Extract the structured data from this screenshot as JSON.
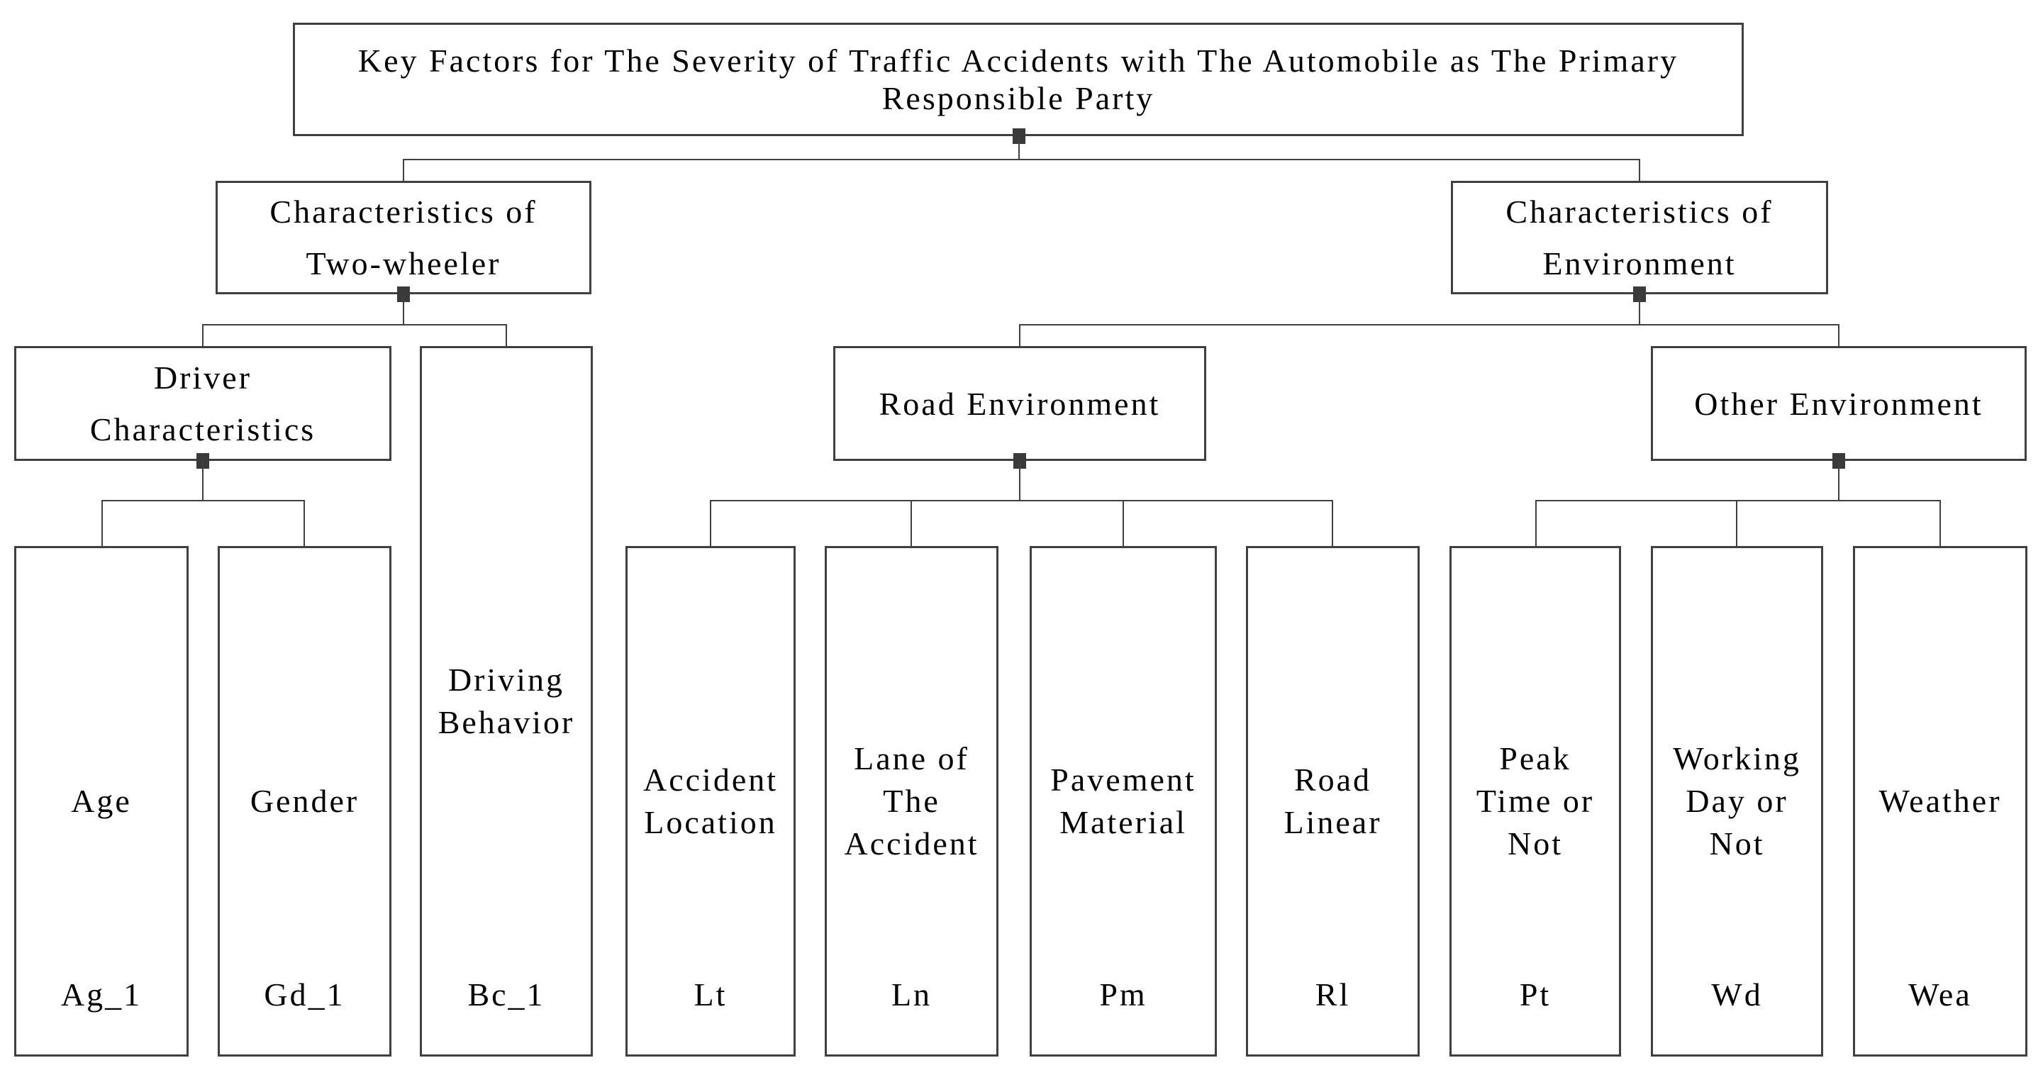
{
  "tree": {
    "title": "Key Factors for The Severity of Traffic Accidents with The Automobile as The Primary\nResponsible Party",
    "children": [
      {
        "label": "Characteristics of\nTwo-wheeler",
        "children": [
          {
            "label": "Driver\nCharacteristics",
            "children": [
              {
                "label": "Age",
                "code": "Ag_1"
              },
              {
                "label": "Gender",
                "code": "Gd_1"
              }
            ]
          },
          {
            "label": "Driving\nBehavior",
            "code": "Bc_1"
          }
        ]
      },
      {
        "label": "Characteristics of\nEnvironment",
        "children": [
          {
            "label": "Road Environment",
            "children": [
              {
                "label": "Accident\nLocation",
                "code": "Lt"
              },
              {
                "label": "Lane of\nThe\nAccident",
                "code": "Ln"
              },
              {
                "label": "Pavement\nMaterial",
                "code": "Pm"
              },
              {
                "label": "Road\nLinear",
                "code": "Rl"
              }
            ]
          },
          {
            "label": "Other Environment",
            "children": [
              {
                "label": "Peak\nTime or\nNot",
                "code": "Pt"
              },
              {
                "label": "Working\nDay or\nNot",
                "code": "Wd"
              },
              {
                "label": "Weather",
                "code": "Wea"
              }
            ]
          }
        ]
      }
    ]
  },
  "colors": {
    "line": "#404040",
    "connector_node": "#3a3a3a",
    "text": "#000000",
    "background": "#ffffff"
  }
}
